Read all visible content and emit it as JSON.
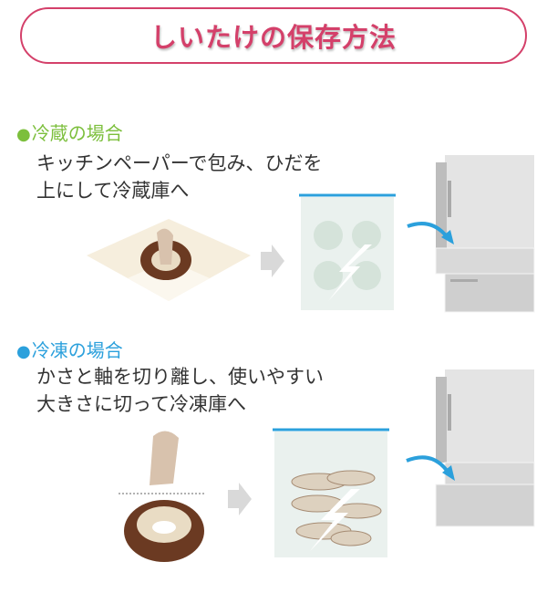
{
  "title": "しいたけの保存方法",
  "colors": {
    "title": "#d4406a",
    "fridge_heading": "#7cbf3c",
    "freezer_heading": "#2ba0dc"
  },
  "sections": [
    {
      "bullet": "●",
      "heading": "冷蔵の場合",
      "lines": [
        "キッチンペーパーで包み、ひだを",
        "上にして冷蔵庫へ"
      ]
    },
    {
      "bullet": "●",
      "heading": "冷凍の場合",
      "lines": [
        "かさと軸を切り離し、使いやすい",
        "大きさに切って冷凍庫へ"
      ]
    }
  ]
}
